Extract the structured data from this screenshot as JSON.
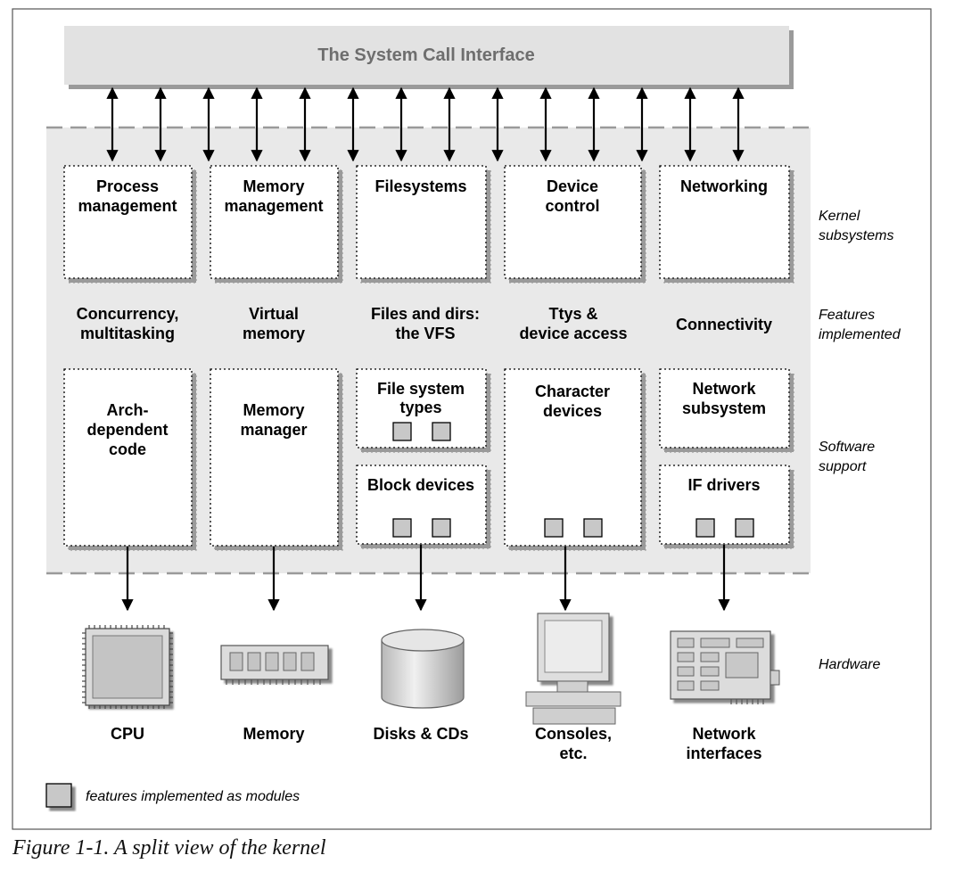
{
  "system_call_interface": "The System Call Interface",
  "side_labels": {
    "kernel": [
      "Kernel",
      "subsystems"
    ],
    "features": [
      "Features",
      "implemented"
    ],
    "software": [
      "Software",
      "support"
    ],
    "hardware": "Hardware"
  },
  "subsystems": [
    {
      "id": "process",
      "lines": [
        "Process",
        "management"
      ]
    },
    {
      "id": "memory",
      "lines": [
        "Memory",
        "management"
      ]
    },
    {
      "id": "filesystems",
      "lines": [
        "Filesystems"
      ]
    },
    {
      "id": "device",
      "lines": [
        "Device",
        "control"
      ]
    },
    {
      "id": "networking",
      "lines": [
        "Networking"
      ]
    }
  ],
  "features": [
    {
      "id": "concurrency",
      "lines": [
        "Concurrency,",
        "multitasking"
      ]
    },
    {
      "id": "virtual-memory",
      "lines": [
        "Virtual",
        "memory"
      ]
    },
    {
      "id": "vfs",
      "lines": [
        "Files and dirs:",
        "the VFS"
      ]
    },
    {
      "id": "ttys",
      "lines": [
        "Ttys &",
        "device access"
      ]
    },
    {
      "id": "connectivity",
      "lines": [
        "Connectivity"
      ]
    }
  ],
  "software": [
    {
      "id": "arch-code",
      "lines": [
        "Arch-",
        "dependent",
        "code"
      ]
    },
    {
      "id": "memory-manager",
      "lines": [
        "Memory",
        "manager"
      ]
    },
    {
      "id": "fs-types",
      "lines": [
        "File system",
        "types"
      ]
    },
    {
      "id": "block-devices",
      "lines": [
        "Block devices"
      ]
    },
    {
      "id": "char-devices",
      "lines": [
        "Character",
        "devices"
      ]
    },
    {
      "id": "network-subsystem",
      "lines": [
        "Network",
        "subsystem"
      ]
    },
    {
      "id": "if-drivers",
      "lines": [
        "IF drivers"
      ]
    }
  ],
  "hardware": [
    {
      "id": "cpu",
      "lines": [
        "CPU"
      ]
    },
    {
      "id": "memory",
      "lines": [
        "Memory"
      ]
    },
    {
      "id": "disks",
      "lines": [
        "Disks & CDs"
      ]
    },
    {
      "id": "consoles",
      "lines": [
        "Consoles,",
        "etc."
      ]
    },
    {
      "id": "network-interfaces",
      "lines": [
        "Network",
        "interfaces"
      ]
    }
  ],
  "legend": "features implemented as modules",
  "caption": "Figure 1-1. A split view of the kernel"
}
